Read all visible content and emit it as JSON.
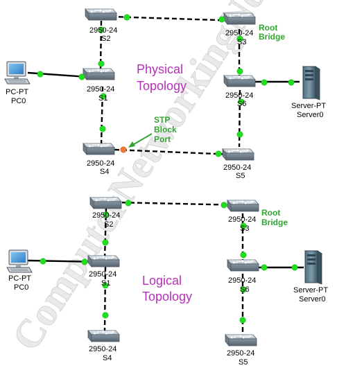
{
  "watermark": "ComputerNetworkingNotes.com",
  "colors": {
    "link_dot": "#1fe01f",
    "block_dot": "#f07830",
    "title": "#b62fb8",
    "annotation": "#2fa52f"
  },
  "physical": {
    "title_line1": "Physical",
    "title_line2": "Topology",
    "switches": {
      "s1": {
        "model": "2950-24",
        "name": "S1"
      },
      "s2": {
        "model": "2950-24",
        "name": "S2"
      },
      "s3": {
        "model": "2950-24",
        "name": "S3"
      },
      "s4": {
        "model": "2950-24",
        "name": "S4"
      },
      "s5": {
        "model": "2950-24",
        "name": "S5"
      },
      "s6": {
        "model": "2950-24",
        "name": "S6"
      }
    },
    "pc": {
      "type": "PC-PT",
      "name": "PC0"
    },
    "server": {
      "type": "Server-PT",
      "name": "Server0"
    },
    "root_line1": "Root",
    "root_line2": "Bridge",
    "stp_line1": "STP",
    "stp_line2": "Block",
    "stp_line3": "Port"
  },
  "logical": {
    "title_line1": "Logical",
    "title_line2": "Topology",
    "switches": {
      "s1": {
        "model": "2950-24",
        "name": "S1"
      },
      "s2": {
        "model": "2950-24",
        "name": "S2"
      },
      "s3": {
        "model": "2950-24",
        "name": "S3"
      },
      "s4": {
        "model": "2950-24",
        "name": "S4"
      },
      "s5": {
        "model": "2950-24",
        "name": "S5"
      },
      "s6": {
        "model": "2950-24",
        "name": "S6"
      }
    },
    "pc": {
      "type": "PC-PT",
      "name": "PC0"
    },
    "server": {
      "type": "Server-PT",
      "name": "Server0"
    },
    "root_line1": "Root",
    "root_line2": "Bridge"
  }
}
